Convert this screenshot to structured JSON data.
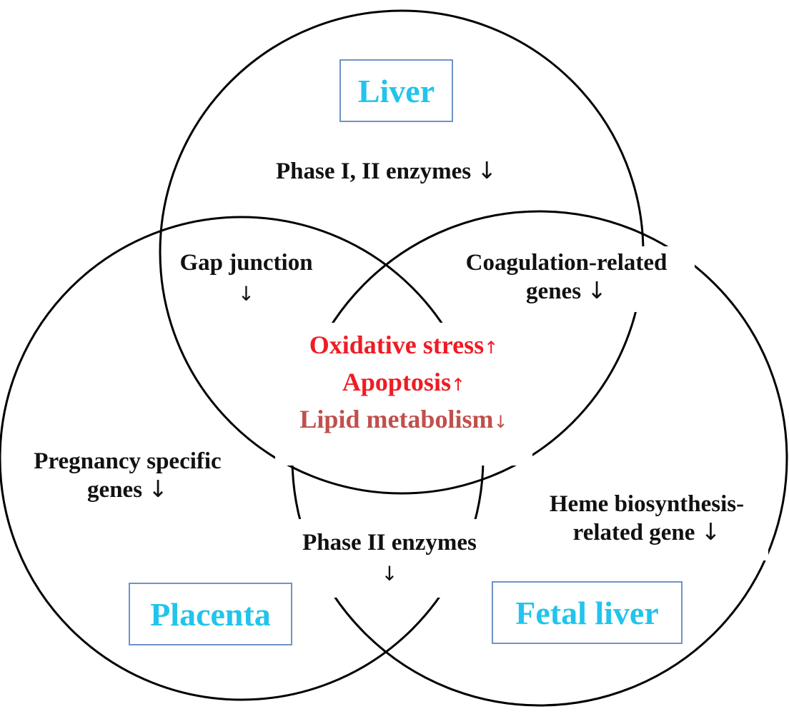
{
  "sets": {
    "liver": "Liver",
    "placenta": "Placenta",
    "fetal_liver": "Fetal liver"
  },
  "regions": {
    "liver_only": {
      "text": "Phase I, II enzymes",
      "arrow": "↓"
    },
    "liver_placenta": {
      "text": "Gap junction",
      "arrow": "↓"
    },
    "liver_fetal_line1": "Coagulation-related",
    "liver_fetal_line2": {
      "text": "genes",
      "arrow": "↓"
    },
    "placenta_only_line1": "Pregnancy specific",
    "placenta_only_line2": {
      "text": "genes",
      "arrow": "↓"
    },
    "fetal_only_line1": "Heme biosynthesis-",
    "fetal_only_line2": {
      "text": "related gene",
      "arrow": "↓"
    },
    "placenta_fetal": {
      "text": "Phase II enzymes",
      "arrow": "↓"
    },
    "center": [
      {
        "text": "Oxidative stress",
        "arrow": "↑",
        "color": "#ee1c24"
      },
      {
        "text": "Apoptosis",
        "arrow": "↑",
        "color": "#ee1c24"
      },
      {
        "text": "Lipid metabolism",
        "arrow": "↓",
        "color": "#c0504d"
      }
    ]
  },
  "colors": {
    "set_label": "#21c4ec",
    "box_border": "#6f93c6",
    "outline": "#000000"
  }
}
